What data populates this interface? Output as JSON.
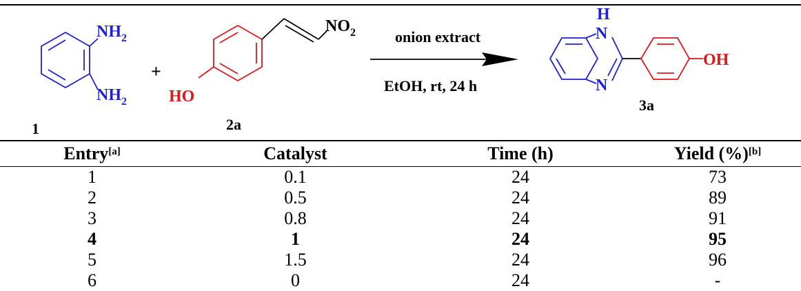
{
  "scheme": {
    "reactant1": {
      "label": "1",
      "group_top": "NH",
      "group_top_sub": "2",
      "group_bottom": "NH",
      "group_bottom_sub": "2"
    },
    "plus": "+",
    "reactant2": {
      "label": "2a",
      "nitro": "NO",
      "nitro_sub": "2",
      "hydroxy": "HO"
    },
    "conditions_top": "onion extract",
    "conditions_bottom": "EtOH, rt, 24 h",
    "product": {
      "label": "3a",
      "nh_h": "H",
      "nh_n": "N",
      "n2": "N",
      "hydroxy": "OH"
    },
    "colors": {
      "blue": "#1f1fd6",
      "red": "#e0161a",
      "black": "#000000"
    }
  },
  "table": {
    "headers": [
      {
        "text": "Entry",
        "sup": "[a]"
      },
      {
        "text": "Catalyst",
        "sup": ""
      },
      {
        "text": "Time (h)",
        "sup": ""
      },
      {
        "text": "Yield (%)",
        "sup": "[b]"
      }
    ],
    "rows": [
      {
        "entry": "1",
        "catalyst": "0.1",
        "time": "24",
        "yield": "73",
        "bold": false
      },
      {
        "entry": "2",
        "catalyst": "0.5",
        "time": "24",
        "yield": "89",
        "bold": false
      },
      {
        "entry": "3",
        "catalyst": "0.8",
        "time": "24",
        "yield": "91",
        "bold": false
      },
      {
        "entry": "4",
        "catalyst": "1",
        "time": "24",
        "yield": "95",
        "bold": true
      },
      {
        "entry": "5",
        "catalyst": "1.5",
        "time": "24",
        "yield": "96",
        "bold": false
      },
      {
        "entry": "6",
        "catalyst": "0",
        "time": "24",
        "yield": "-",
        "bold": false
      }
    ]
  }
}
